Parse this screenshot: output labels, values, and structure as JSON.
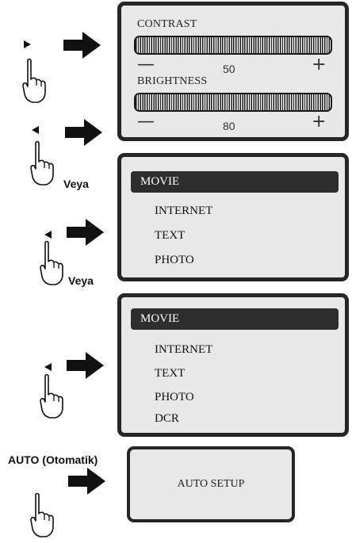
{
  "slider_panel": {
    "contrast": {
      "label": "CONTRAST",
      "value": "50",
      "minus": "—",
      "plus": "+"
    },
    "brightness": {
      "label": "BRIGHTNESS",
      "value": "80",
      "minus": "—",
      "plus": "+"
    }
  },
  "menu_panel_1": {
    "items": [
      "MOVIE",
      "INTERNET",
      "TEXT",
      "PHOTO"
    ],
    "selected": "MOVIE"
  },
  "menu_panel_2": {
    "items": [
      "MOVIE",
      "INTERNET",
      "TEXT",
      "PHOTO",
      "DCR"
    ],
    "selected": "MOVIE"
  },
  "auto_panel": {
    "text": "AUTO SETUP"
  },
  "labels": {
    "veya_1": "Veya",
    "veya_2": "Veya",
    "auto_button": "AUTO (Otomatik)"
  },
  "icons": {
    "play_right": "right-triangle-icon",
    "play_left": "left-triangle-icon",
    "arrow": "right-arrow-icon",
    "hand": "pointing-hand-icon"
  },
  "colors": {
    "panel_bg": "#e8e8e8",
    "panel_border": "#262626",
    "selected_bg": "#2d2d2d"
  }
}
